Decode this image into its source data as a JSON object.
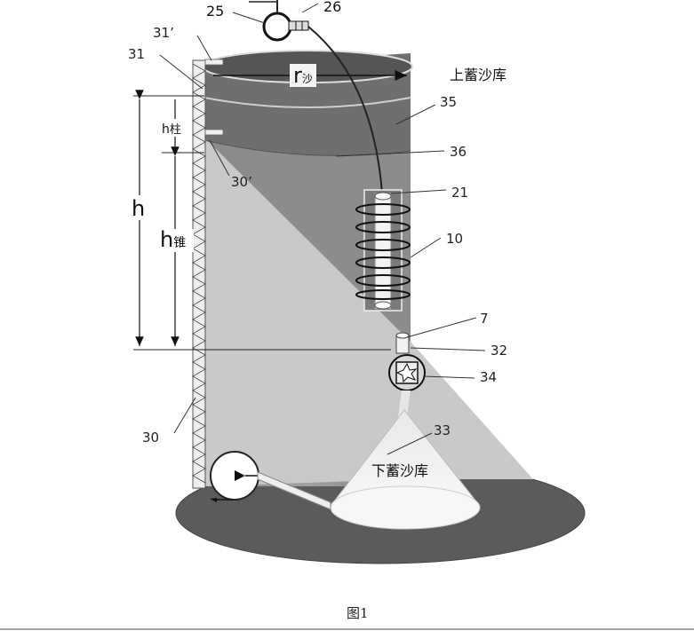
{
  "figure": {
    "caption": "图1",
    "labels": {
      "n25": "25",
      "n26": "26",
      "n31p": "31’",
      "n31": "31",
      "n35": "35",
      "n36": "36",
      "n21": "21",
      "n10": "10",
      "n7": "7",
      "n32": "32",
      "n34": "34",
      "n33": "33",
      "n30": "30",
      "n30p": "30’",
      "upper_reservoir": "上蓄沙库",
      "lower_reservoir": "下蓄沙库",
      "r_main": "r",
      "r_sub": "沙",
      "h_total": "h",
      "h_col_main": "h",
      "h_col_sub": "柱",
      "h_cone_main": "h",
      "h_cone_sub": "锥"
    }
  }
}
